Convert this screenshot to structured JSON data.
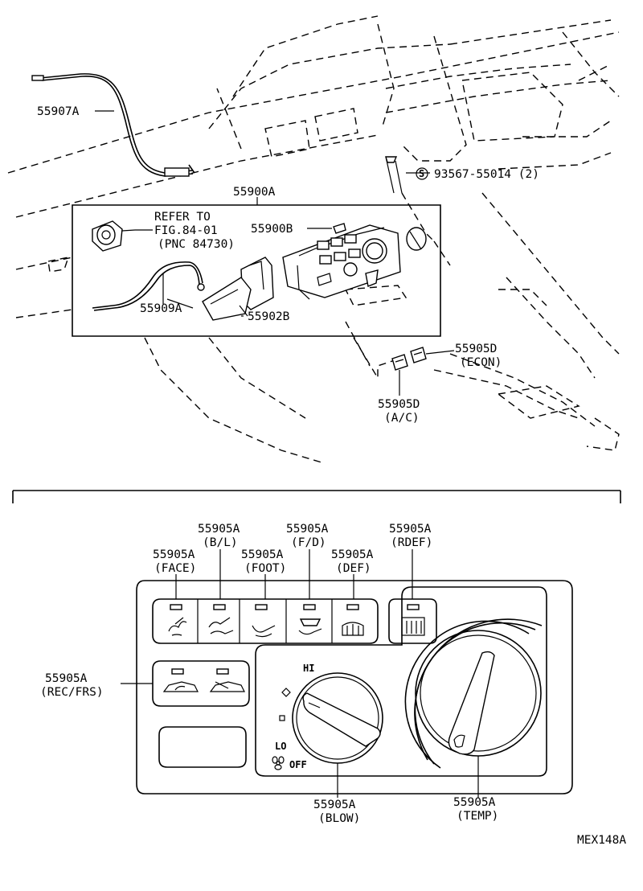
{
  "top_labels": {
    "p55907a": "55907A",
    "p93567": "93567-55014 (2)",
    "p55900a": "55900A",
    "refer1": "REFER TO",
    "refer2": "FIG.84-01",
    "refer3": "(PNC 84730)",
    "p55900b": "55900B",
    "p55909a": "55909A",
    "p55902b": "55902B",
    "econ1": "55905D",
    "econ2": "(ECON)",
    "ac1": "55905D",
    "ac2": "(A/C)"
  },
  "panel_labels": {
    "bl1": "55905A",
    "bl2": "(B/L)",
    "fd1": "55905A",
    "fd2": "(F/D)",
    "rdef1": "55905A",
    "rdef2": "(RDEF)",
    "face1": "55905A",
    "face2": "(FACE)",
    "foot1": "55905A",
    "foot2": "(FOOT)",
    "def1": "55905A",
    "def2": "(DEF)",
    "rec1": "55905A",
    "rec2": "(REC/FRS)",
    "blow1": "55905A",
    "blow2": "(BLOW)",
    "temp1": "55905A",
    "temp2": "(TEMP)",
    "hi": "HI",
    "lo": "LO",
    "off": "OFF"
  },
  "footer": {
    "code": "MEX148A"
  },
  "icons": [
    "screw-symbol-icon",
    "face-vent-icon",
    "bilevel-icon",
    "foot-icon",
    "foot-defrost-icon",
    "defrost-icon",
    "rear-defrost-icon",
    "recirculate-icon",
    "fresh-air-icon",
    "fan-icon"
  ]
}
